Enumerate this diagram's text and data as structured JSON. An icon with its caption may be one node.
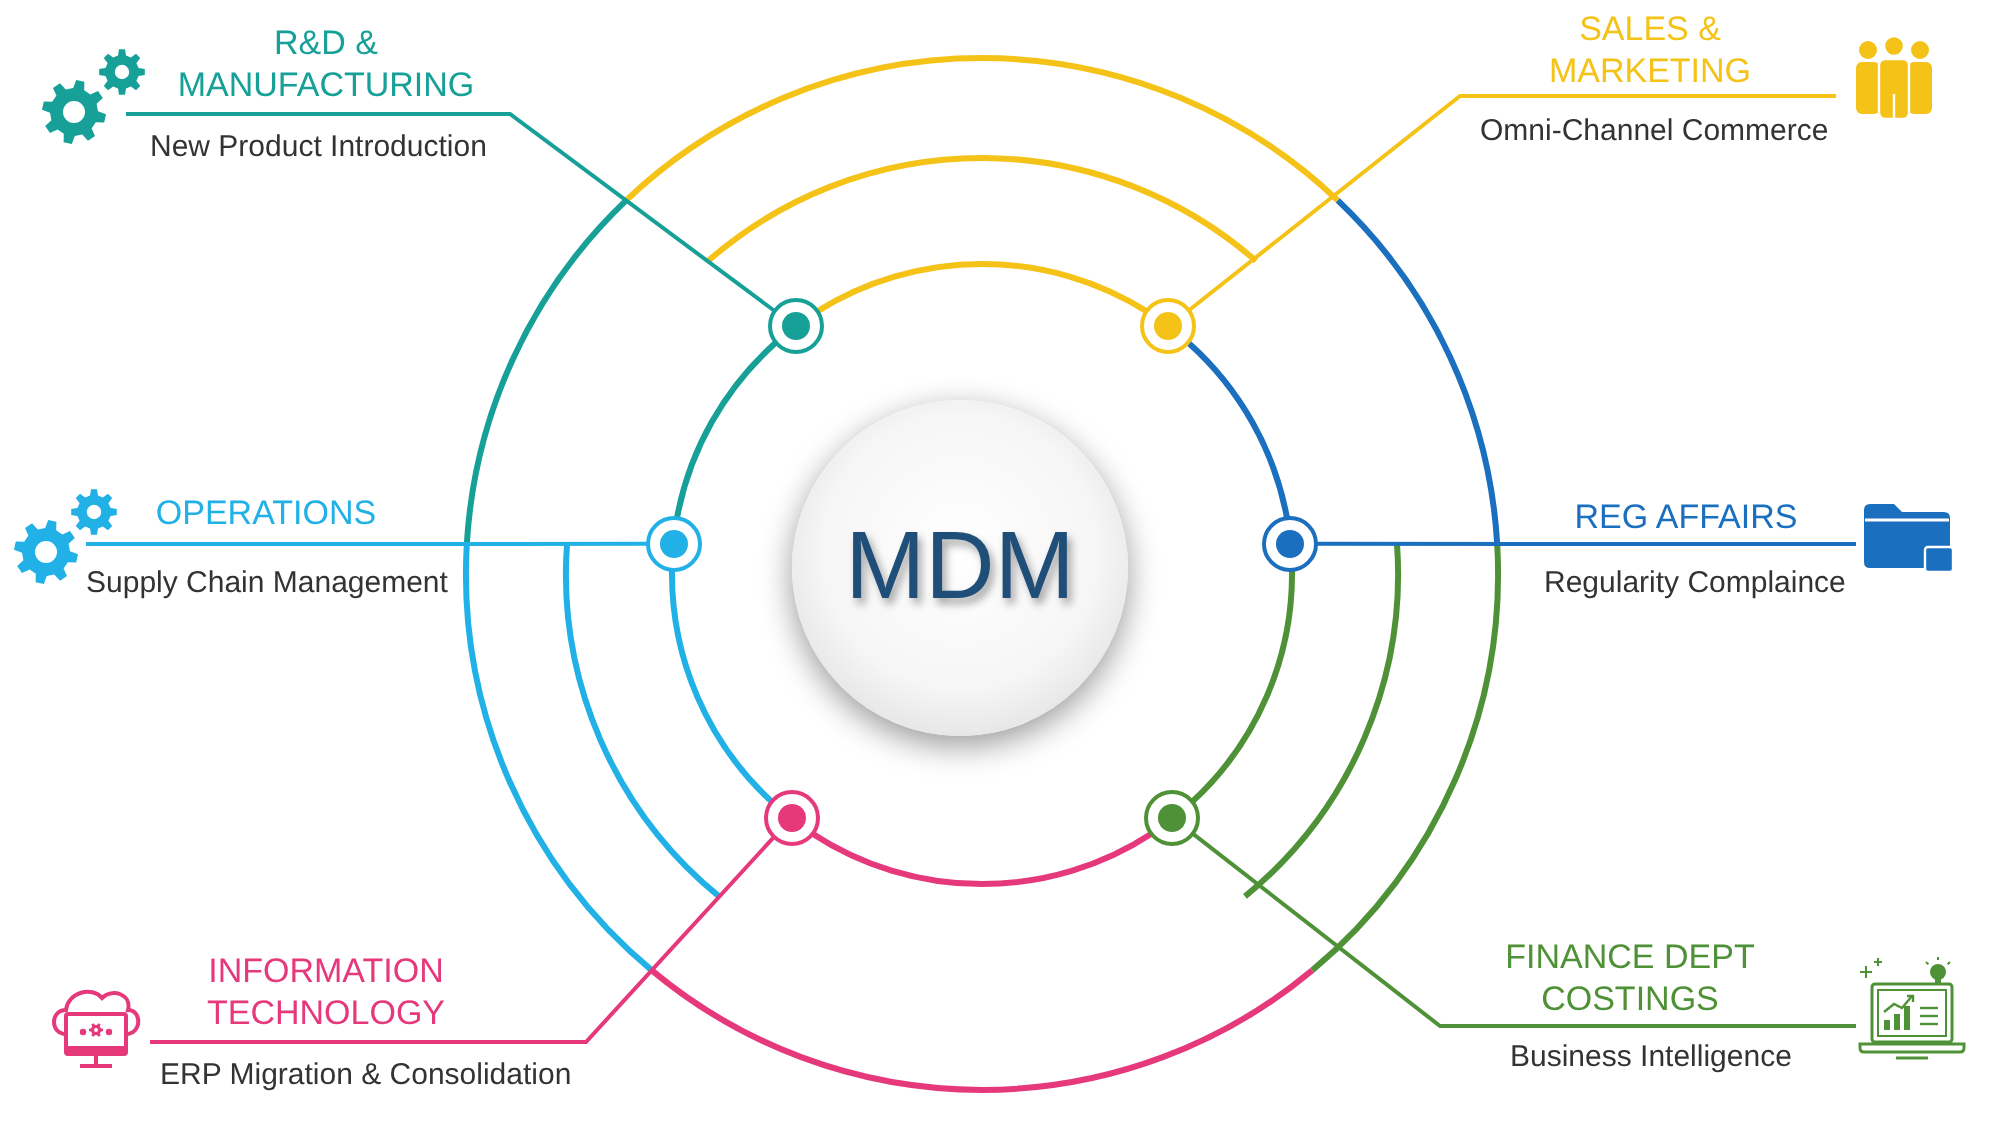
{
  "diagram": {
    "nodes": [
      {
        "text": [
          "R&D & MANUFACTURING",
          "New Product Introduction"
        ]
      },
      {
        "text": [
          "SALES & MARKETING",
          "Omni-Channel Commerce"
        ]
      },
      {
        "text": [
          "OPERATIONS",
          "Supply Chain Management"
        ]
      },
      {
        "text": [
          "MDM"
        ]
      },
      {
        "text": [
          "REG AFFAIRS",
          "Regularity Complaince"
        ]
      },
      {
        "text": [
          "INFORMATION TECHNOLOGY",
          "ERP Migration & Consolidation"
        ]
      },
      {
        "text": [
          "FINANCE DEPT COSTINGS",
          "Business Intelligence"
        ]
      },
      {
        "text": [],
        "shape": "circle"
      },
      {
        "text": [],
        "shape": "circle"
      },
      {
        "text": [],
        "shape": "circle"
      },
      {
        "text": [],
        "shape": "circle"
      },
      {
        "text": [],
        "shape": "circle"
      },
      {
        "text": [],
        "shape": "circle"
      }
    ],
    "edges": [
      {
        "from": 0,
        "to": 7,
        "arrow": "none",
        "color": "#17a098"
      },
      {
        "from": 1,
        "to": 8,
        "arrow": "none",
        "color": "#f5c218"
      },
      {
        "from": 2,
        "to": 9,
        "arrow": "none",
        "color": "#21b1e6"
      },
      {
        "from": 4,
        "to": 10,
        "arrow": "none",
        "color": "#1b6fbf"
      },
      {
        "from": 5,
        "to": 11,
        "arrow": "none",
        "color": "#e6397b"
      },
      {
        "from": 6,
        "to": 12,
        "arrow": "none",
        "color": "#4f9136"
      },
      {
        "from": 7,
        "to": 8,
        "arrow": "none",
        "color": "#f5c218"
      },
      {
        "from": 8,
        "to": 10,
        "arrow": "none",
        "color": "#1b6fbf"
      },
      {
        "from": 10,
        "to": 12,
        "arrow": "none",
        "color": "#4f9136"
      },
      {
        "from": 12,
        "to": 11,
        "arrow": "none",
        "color": "#e6397b"
      },
      {
        "from": 11,
        "to": 9,
        "arrow": "none",
        "color": "#21b1e6"
      },
      {
        "from": 9,
        "to": 7,
        "arrow": "none",
        "color": "#17a098"
      }
    ]
  }
}
